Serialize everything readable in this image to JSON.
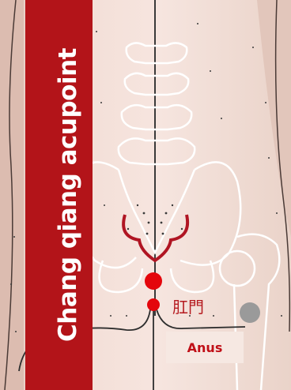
{
  "banner": {
    "title": "Chang qiang acupoint",
    "color": "#b31419"
  },
  "labels": {
    "anus": "Anus",
    "cjk_anus": "肛門"
  },
  "colors": {
    "skin": "#f3ddd5",
    "bone_outline": "#ffffff",
    "acupoint": "#e4060c",
    "sacral_outline": "#b01523",
    "dark_line": "#3a3a3a"
  },
  "icons": {
    "acupoint_marker": "red-dot-icon",
    "landmark_marker": "gray-dot-icon"
  }
}
